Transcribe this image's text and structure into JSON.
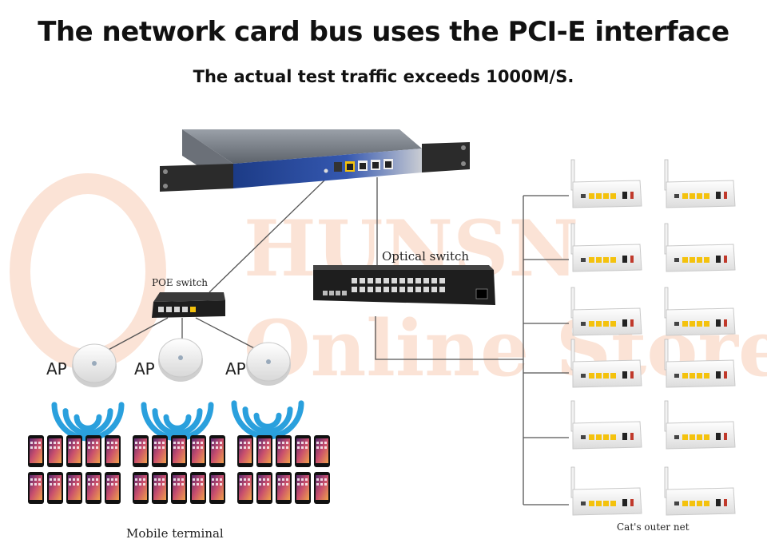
{
  "header": {
    "title": "The network card bus uses the PCI-E interface",
    "subtitle": "The actual test traffic exceeds 1000M/S."
  },
  "labels": {
    "poe_switch": "POE switch",
    "optical_switch": "Optical switch",
    "ap": "AP",
    "mobile_terminal": "Mobile terminal",
    "cats_outer_net": "Cat's outer net"
  },
  "watermark": {
    "line1": "HUNSN",
    "line2": "Online Store"
  },
  "colors": {
    "wifi_arc": "#2aa0dd",
    "server_front": "#2a4a9c",
    "port_yellow": "#f4c20d",
    "watermark": "#fbe3d6",
    "line": "#555555"
  }
}
